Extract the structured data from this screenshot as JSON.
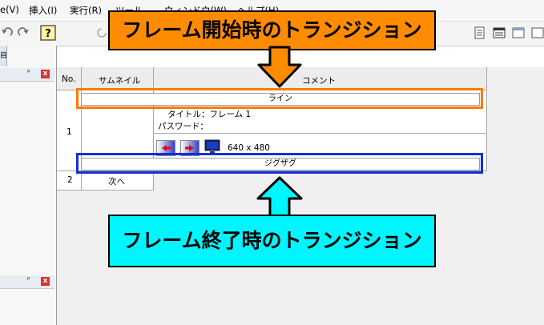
{
  "menu": {
    "items": [
      "e(V)",
      "挿入(I)",
      "実行(R)",
      "ツール",
      "ウィンドウ(W)",
      "ヘルプ(H)"
    ]
  },
  "sidebar": {
    "tab_label": "目",
    "pin_glyph": "ᵖ",
    "close_glyph": "x"
  },
  "table": {
    "headers": {
      "no": "No.",
      "thumb": "サムネイル",
      "comment": "コメント"
    },
    "rows": [
      {
        "no": "1",
        "title_line": "タイトル：フレーム 1",
        "password_line": "パスワード：",
        "resolution": "640  x  480"
      },
      {
        "no": "2",
        "thumb_text": "次へ"
      }
    ],
    "start_transition": "ライン",
    "end_transition": "ジグザグ"
  },
  "annotations": {
    "start": "フレーム開始時のトランジション",
    "end": "フレーム終了時のトランジション"
  },
  "colors": {
    "start_fill": "#ff8c00",
    "end_fill": "#00f5ff",
    "start_border": "#ff7a00",
    "end_border": "#1030e0"
  },
  "icons": {
    "prev": "arrow-left-icon",
    "next": "arrow-right-icon",
    "monitor": "monitor-icon"
  }
}
